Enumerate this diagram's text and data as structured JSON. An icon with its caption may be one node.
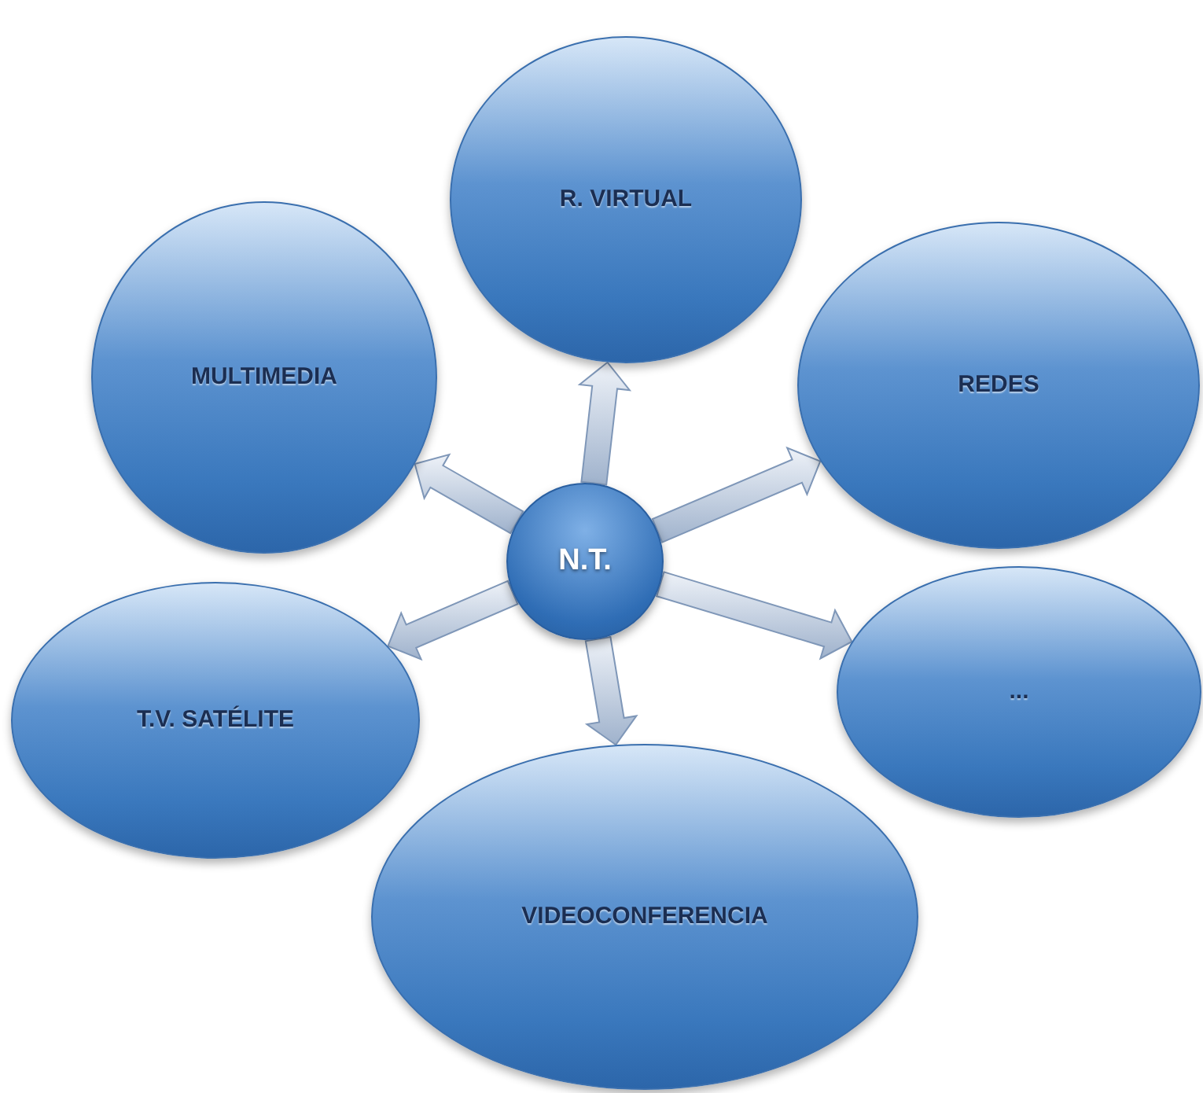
{
  "diagram": {
    "nodes": [
      {
        "text": [
          "N.T."
        ]
      },
      {
        "text": [
          "R. VIRTUAL"
        ]
      },
      {
        "text": [
          "REDES"
        ]
      },
      {
        "text": [
          "..."
        ]
      },
      {
        "text": [
          "VIDEOCONFERENCIA"
        ]
      },
      {
        "text": [
          "T.V. SATÉLITE"
        ]
      },
      {
        "text": [
          "MULTIMEDIA"
        ]
      }
    ],
    "edges": [
      {
        "from": 0,
        "to": 1,
        "arrow": "to"
      },
      {
        "from": 0,
        "to": 2,
        "arrow": "to"
      },
      {
        "from": 0,
        "to": 3,
        "arrow": "to"
      },
      {
        "from": 0,
        "to": 4,
        "arrow": "to"
      },
      {
        "from": 0,
        "to": 5,
        "arrow": "to"
      },
      {
        "from": 0,
        "to": 6,
        "arrow": "to"
      }
    ]
  }
}
